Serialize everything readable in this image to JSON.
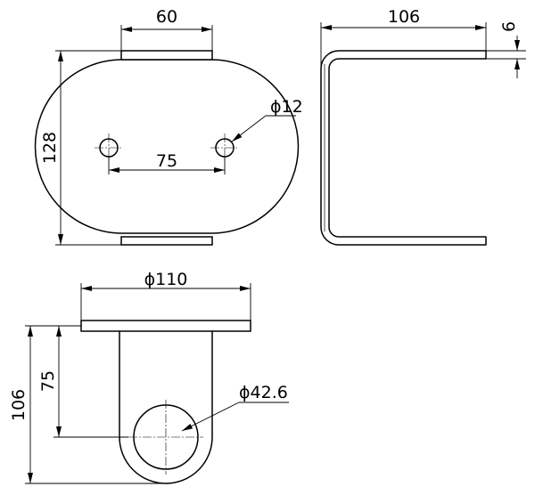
{
  "drawing": {
    "front_view": {
      "top_width": "60",
      "hole_spacing": "75",
      "hole_diameter": "ϕ12",
      "overall_height": "128"
    },
    "side_view": {
      "depth": "106",
      "thickness": "6"
    },
    "top_view": {
      "flange_diameter": "ϕ110",
      "bore_diameter": "ϕ42.6",
      "bore_center_height": "75",
      "overall_height": "106"
    }
  }
}
